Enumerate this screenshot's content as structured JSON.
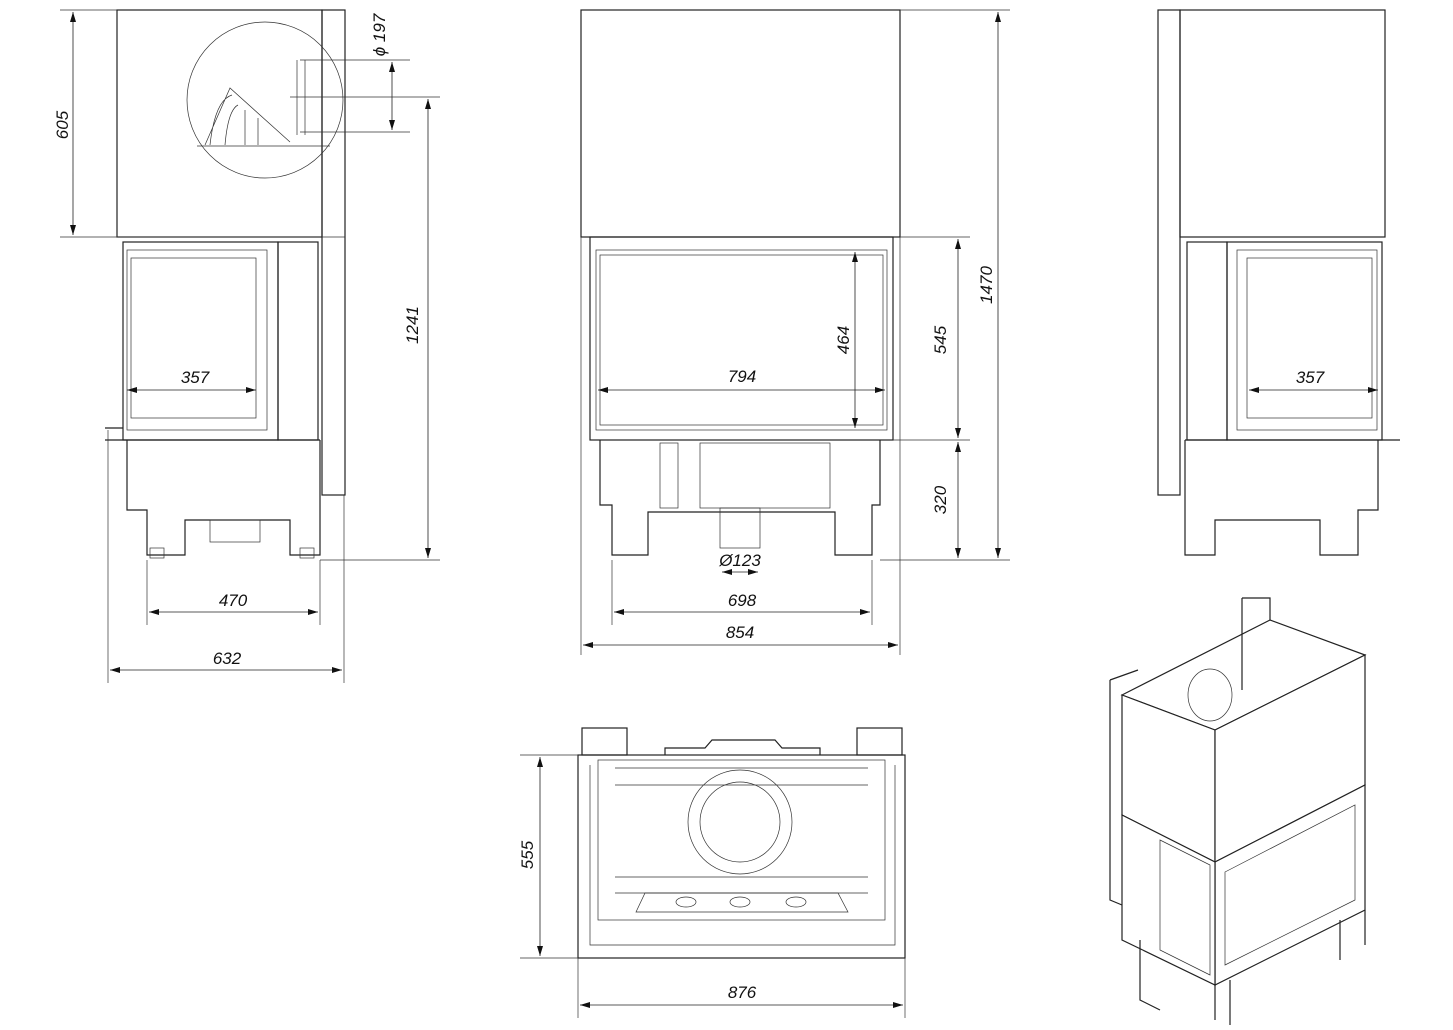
{
  "dimensions": {
    "side_left": {
      "height_top": "605",
      "flue_diameter": "ϕ 197",
      "flue_height": "1241",
      "glass_width": "357",
      "leg_width": "470",
      "total_depth": "632"
    },
    "front": {
      "glass_width": "794",
      "glass_height": "464",
      "door_height": "545",
      "total_height": "1470",
      "base_height": "320",
      "air_inlet_diameter": "Ø123",
      "leg_width": "698",
      "total_width": "854"
    },
    "side_right": {
      "glass_width": "357"
    },
    "top_view": {
      "depth": "555",
      "width": "876"
    }
  }
}
